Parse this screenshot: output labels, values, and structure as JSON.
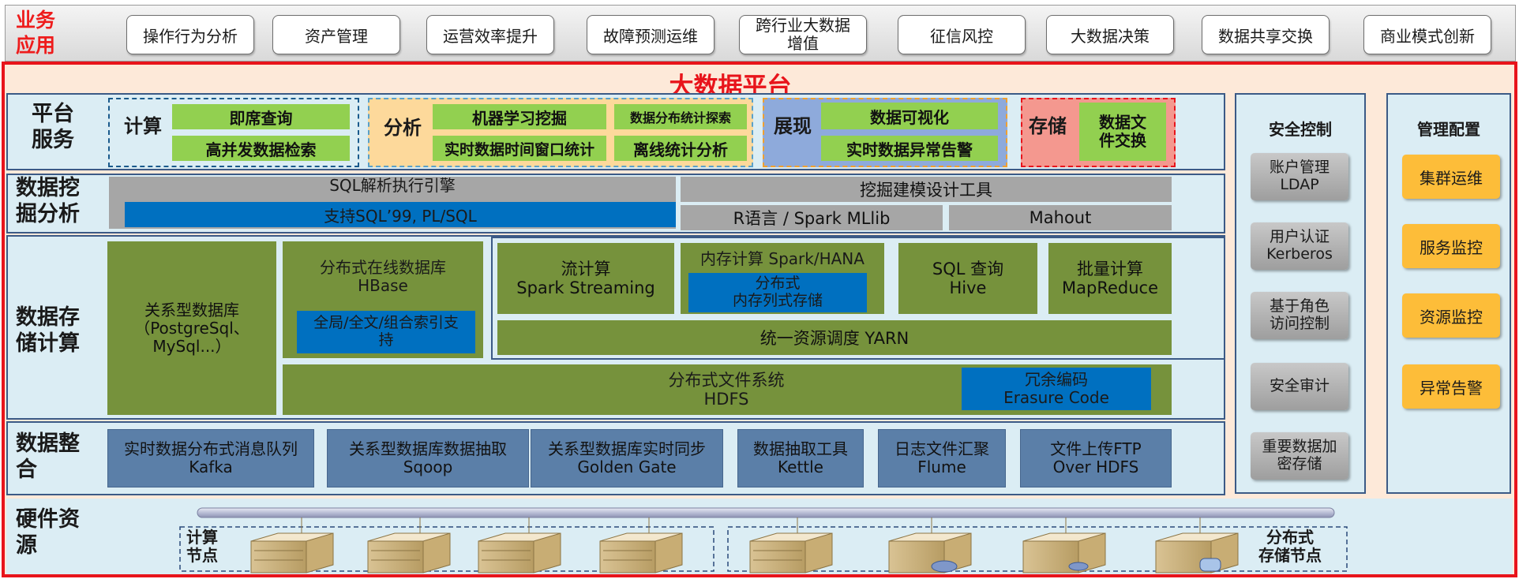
{
  "business": {
    "label": "业务\n应用",
    "apps": [
      "操作行为分析",
      "资产管理",
      "运营效率提升",
      "故障预测运维",
      "跨行业大数据\n增值",
      "征信风控",
      "大数据决策",
      "数据共享交换",
      "商业模式创新"
    ]
  },
  "platform_title": "大数据平台",
  "platform_service": {
    "label": "平台\n服务",
    "compute": {
      "head": "计算",
      "items": [
        "即席查询",
        "高并发数据检索"
      ]
    },
    "analysis": {
      "head": "分析",
      "items": [
        "机器学习挖掘",
        "数据分布统计探索",
        "实时数据时间窗口统计",
        "离线统计分析"
      ]
    },
    "display": {
      "head": "展现",
      "items": [
        "数据可视化",
        "实时数据异常告警"
      ]
    },
    "storage": {
      "head": "存储",
      "items": [
        "数据文\n件交换"
      ]
    }
  },
  "mining": {
    "label": "数据挖\n掘分析",
    "sql_engine": "SQL解析执行引擎",
    "sql_support": "支持SQL’99, PL/SQL",
    "modeling_tool": "挖掘建模设计工具",
    "r_spark": "R语言 / Spark MLlib",
    "mahout": "Mahout"
  },
  "storage_compute": {
    "label": "数据存\n储计算",
    "rdbms": "关系型数据库\n（PostgreSql、\nMySql...）",
    "hbase": "分布式在线数据库\nHBase",
    "index": "全局/全文/组合索引支\n持",
    "stream": "流计算\nSpark Streaming",
    "memory": "内存计算 Spark/HANA",
    "columnar": "分布式\n内存列式存储",
    "hive": "SQL 查询\nHive",
    "mapreduce": "批量计算\nMapReduce",
    "yarn": "统一资源调度 YARN",
    "hdfs": "分布式文件系统\nHDFS",
    "erasure": "冗余编码\nErasure Code"
  },
  "integration": {
    "label": "数据整\n合",
    "tools": [
      "实时数据分布式消息队列\nKafka",
      "关系型数据库数据抽取\nSqoop",
      "关系型数据库实时同步\nGolden Gate",
      "数据抽取工具\nKettle",
      "日志文件汇聚\nFlume",
      "文件上传FTP\nOver HDFS"
    ]
  },
  "hardware": {
    "label": "硬件资\n源",
    "compute_nodes": "计算\n节点",
    "storage_nodes": "分布式\n存储节点"
  },
  "security": {
    "title": "安全控制",
    "items": [
      "账户管理\nLDAP",
      "用户认证\nKerberos",
      "基于角色\n访问控制",
      "安全审计",
      "重要数据加\n密存储"
    ]
  },
  "management": {
    "title": "管理配置",
    "items": [
      "集群运维",
      "服务监控",
      "资源监控",
      "异常告警"
    ]
  },
  "colors": {
    "accent_red": "#e8141b",
    "layer_bg": "#dbedf4",
    "green": "#76923c",
    "light_green": "#92d050",
    "blue": "#0070c0",
    "orange": "#fdbd39"
  }
}
